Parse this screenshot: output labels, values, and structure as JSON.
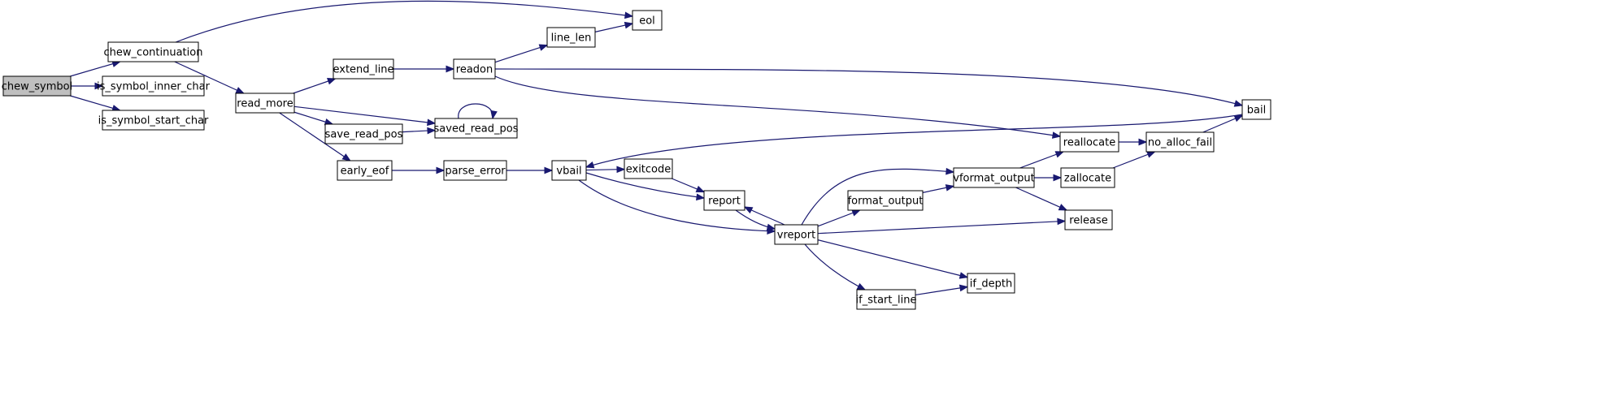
{
  "graph": {
    "nodes": [
      {
        "id": "chew_symbol",
        "label": "chew_symbol",
        "highlight": true
      },
      {
        "id": "chew_continuation",
        "label": "chew_continuation"
      },
      {
        "id": "is_symbol_inner_char",
        "label": "is_symbol_inner_char"
      },
      {
        "id": "is_symbol_start_char",
        "label": "is_symbol_start_char"
      },
      {
        "id": "eol",
        "label": "eol"
      },
      {
        "id": "read_more",
        "label": "read_more"
      },
      {
        "id": "extend_line",
        "label": "extend_line"
      },
      {
        "id": "save_read_pos",
        "label": "save_read_pos"
      },
      {
        "id": "saved_read_pos",
        "label": "saved_read_pos"
      },
      {
        "id": "early_eof",
        "label": "early_eof"
      },
      {
        "id": "line_len",
        "label": "line_len"
      },
      {
        "id": "readon",
        "label": "readon"
      },
      {
        "id": "parse_error",
        "label": "parse_error"
      },
      {
        "id": "vbail",
        "label": "vbail"
      },
      {
        "id": "exitcode",
        "label": "exitcode"
      },
      {
        "id": "report",
        "label": "report"
      },
      {
        "id": "vreport",
        "label": "vreport"
      },
      {
        "id": "format_output",
        "label": "format_output"
      },
      {
        "id": "vformat_output",
        "label": "vformat_output"
      },
      {
        "id": "if_start_line",
        "label": "if_start_line"
      },
      {
        "id": "if_depth",
        "label": "if_depth"
      },
      {
        "id": "reallocate",
        "label": "reallocate"
      },
      {
        "id": "zallocate",
        "label": "zallocate"
      },
      {
        "id": "release",
        "label": "release"
      },
      {
        "id": "no_alloc_fail",
        "label": "no_alloc_fail"
      },
      {
        "id": "bail",
        "label": "bail"
      }
    ],
    "edges": [
      {
        "from": "chew_symbol",
        "to": "chew_continuation"
      },
      {
        "from": "chew_symbol",
        "to": "is_symbol_inner_char"
      },
      {
        "from": "chew_symbol",
        "to": "is_symbol_start_char"
      },
      {
        "from": "chew_continuation",
        "to": "eol"
      },
      {
        "from": "chew_continuation",
        "to": "read_more"
      },
      {
        "from": "read_more",
        "to": "extend_line"
      },
      {
        "from": "read_more",
        "to": "save_read_pos"
      },
      {
        "from": "read_more",
        "to": "saved_read_pos"
      },
      {
        "from": "read_more",
        "to": "early_eof"
      },
      {
        "from": "extend_line",
        "to": "readon"
      },
      {
        "from": "readon",
        "to": "line_len"
      },
      {
        "from": "line_len",
        "to": "eol"
      },
      {
        "from": "readon",
        "to": "bail"
      },
      {
        "from": "readon",
        "to": "reallocate"
      },
      {
        "from": "save_read_pos",
        "to": "saved_read_pos"
      },
      {
        "from": "saved_read_pos",
        "to": "saved_read_pos"
      },
      {
        "from": "early_eof",
        "to": "parse_error"
      },
      {
        "from": "parse_error",
        "to": "vbail"
      },
      {
        "from": "bail",
        "to": "vbail"
      },
      {
        "from": "vbail",
        "to": "exitcode"
      },
      {
        "from": "vbail",
        "to": "report"
      },
      {
        "from": "vbail",
        "to": "vreport"
      },
      {
        "from": "exitcode",
        "to": "report"
      },
      {
        "from": "report",
        "to": "vreport"
      },
      {
        "from": "vreport",
        "to": "report"
      },
      {
        "from": "vreport",
        "to": "format_output"
      },
      {
        "from": "vreport",
        "to": "vformat_output"
      },
      {
        "from": "vreport",
        "to": "release"
      },
      {
        "from": "vreport",
        "to": "if_depth"
      },
      {
        "from": "vreport",
        "to": "if_start_line"
      },
      {
        "from": "format_output",
        "to": "vformat_output"
      },
      {
        "from": "vformat_output",
        "to": "reallocate"
      },
      {
        "from": "vformat_output",
        "to": "zallocate"
      },
      {
        "from": "vformat_output",
        "to": "release"
      },
      {
        "from": "if_start_line",
        "to": "if_depth"
      },
      {
        "from": "reallocate",
        "to": "no_alloc_fail"
      },
      {
        "from": "zallocate",
        "to": "no_alloc_fail"
      },
      {
        "from": "no_alloc_fail",
        "to": "bail"
      }
    ],
    "colors": {
      "node_fill": "#ffffff",
      "root_fill": "#bfbfbf",
      "edge": "#191970",
      "border": "#000000"
    }
  }
}
